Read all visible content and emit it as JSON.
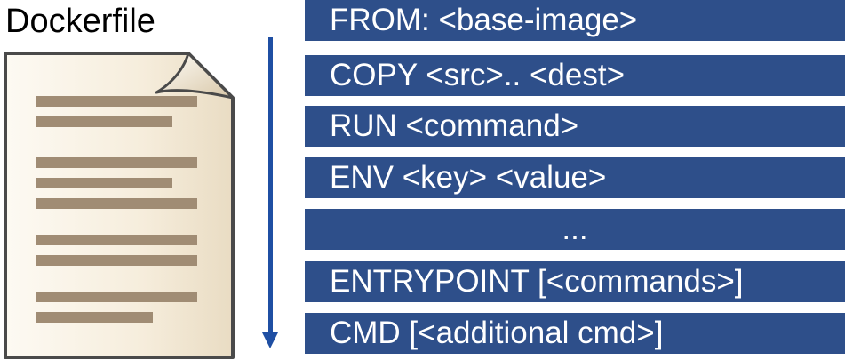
{
  "title": "Dockerfile",
  "colors": {
    "step_background": "#2e4f8a",
    "step_text": "#ffffff",
    "arrow": "#1f4fa3",
    "document_line": "#a08c74"
  },
  "icons": {
    "document": "document-icon",
    "flow": "arrow-down-icon"
  },
  "steps": [
    {
      "text": "FROM: <base-image>"
    },
    {
      "text": "COPY <src>.. <dest>"
    },
    {
      "text": "RUN <command>"
    },
    {
      "text": "ENV <key> <value>"
    },
    {
      "text": "..."
    },
    {
      "text": "ENTRYPOINT [<commands>]"
    },
    {
      "text": "CMD [<additional cmd>]"
    }
  ]
}
